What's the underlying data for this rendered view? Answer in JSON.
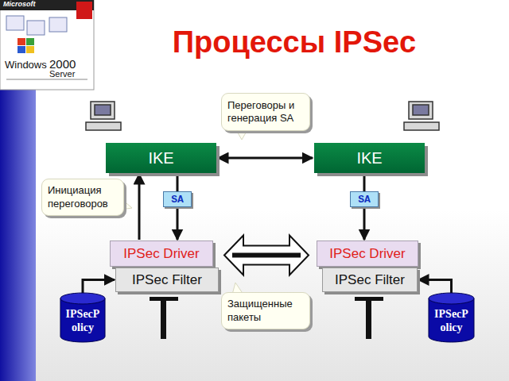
{
  "diagram": {
    "title": "Процессы IPSec",
    "nodes": [
      {
        "text": [
          "Переговоры и генерация SA"
        ]
      },
      {
        "text": [
          "IKE"
        ]
      },
      {
        "text": [
          "IKE"
        ]
      },
      {
        "text": [
          "Инициация переговоров"
        ]
      },
      {
        "text": [
          "SA"
        ]
      },
      {
        "text": [
          "SA"
        ]
      },
      {
        "text": [
          "IPSec Driver"
        ]
      },
      {
        "text": [
          "IPSec Driver"
        ]
      },
      {
        "text": [
          "IPSec Filter"
        ]
      },
      {
        "text": [
          "IPSec Filter"
        ]
      },
      {
        "text": [
          "Защищенные пакеты"
        ]
      },
      {
        "text": [
          "IPSecP olicy"
        ]
      },
      {
        "text": [
          "IPSecP olicy"
        ]
      }
    ],
    "edges": [
      {
        "from": 1,
        "to": 2,
        "arrow": "both"
      },
      {
        "from": 6,
        "to": 1,
        "arrow": "to"
      },
      {
        "from": 1,
        "to": 4,
        "arrow": "none"
      },
      {
        "from": 4,
        "to": 6,
        "arrow": "to"
      },
      {
        "from": 2,
        "to": 5,
        "arrow": "none"
      },
      {
        "from": 5,
        "to": 7,
        "arrow": "to"
      },
      {
        "from": 6,
        "to": 7,
        "arrow": "both"
      },
      {
        "from": 11,
        "to": 8,
        "arrow": "to"
      },
      {
        "from": 12,
        "to": 9,
        "arrow": "to"
      }
    ],
    "labels": [
      "Microsoft",
      "Windows",
      "2000",
      "Server"
    ]
  }
}
